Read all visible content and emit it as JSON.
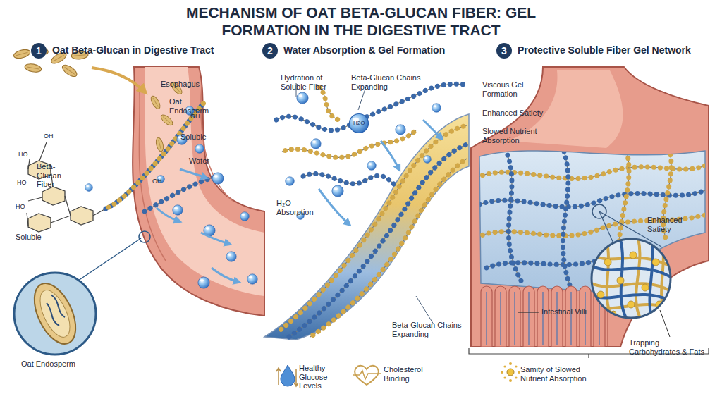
{
  "diagram": {
    "title": "MECHANISM OF OAT BETA-GLUCAN FIBER: GEL FORMATION IN THE DIGESTIVE TRACT",
    "nodes": [
      {
        "text": [
          "1",
          "Oat Beta-Glucan in Digestive Tract"
        ]
      },
      {
        "text": [
          "2",
          "Water Absorption & Gel Formation"
        ]
      },
      {
        "text": [
          "3",
          "Protective Soluble Fiber Gel Network"
        ]
      }
    ],
    "labels": [
      "Esophagus",
      "Oat Endosperm",
      "Soluble",
      "OH",
      "HO",
      "Beta-Glucan Fiber",
      "HO",
      "HO",
      "OH",
      "OH",
      "Water",
      "Soluble",
      "Oat Endosperm",
      "Hydration of Soluble Fiber",
      "Beta-Glucan Chains Expanding",
      "H2O",
      "H₂O Absorption",
      "Beta-Glucan Chains Expanding",
      "Viscous Gel Formation",
      "Enhanced Satiety",
      "Slowed Nutrient Absorption",
      "Enhanced Satiety",
      "Intestinal Villi",
      "Trapping Carbohydrates & Fats"
    ],
    "legend": [
      {
        "text": "Healthy Glucose Levels"
      },
      {
        "text": "Cholesterol Binding"
      },
      {
        "text": "Samity of Slowed Nutrient Absorption"
      }
    ]
  }
}
